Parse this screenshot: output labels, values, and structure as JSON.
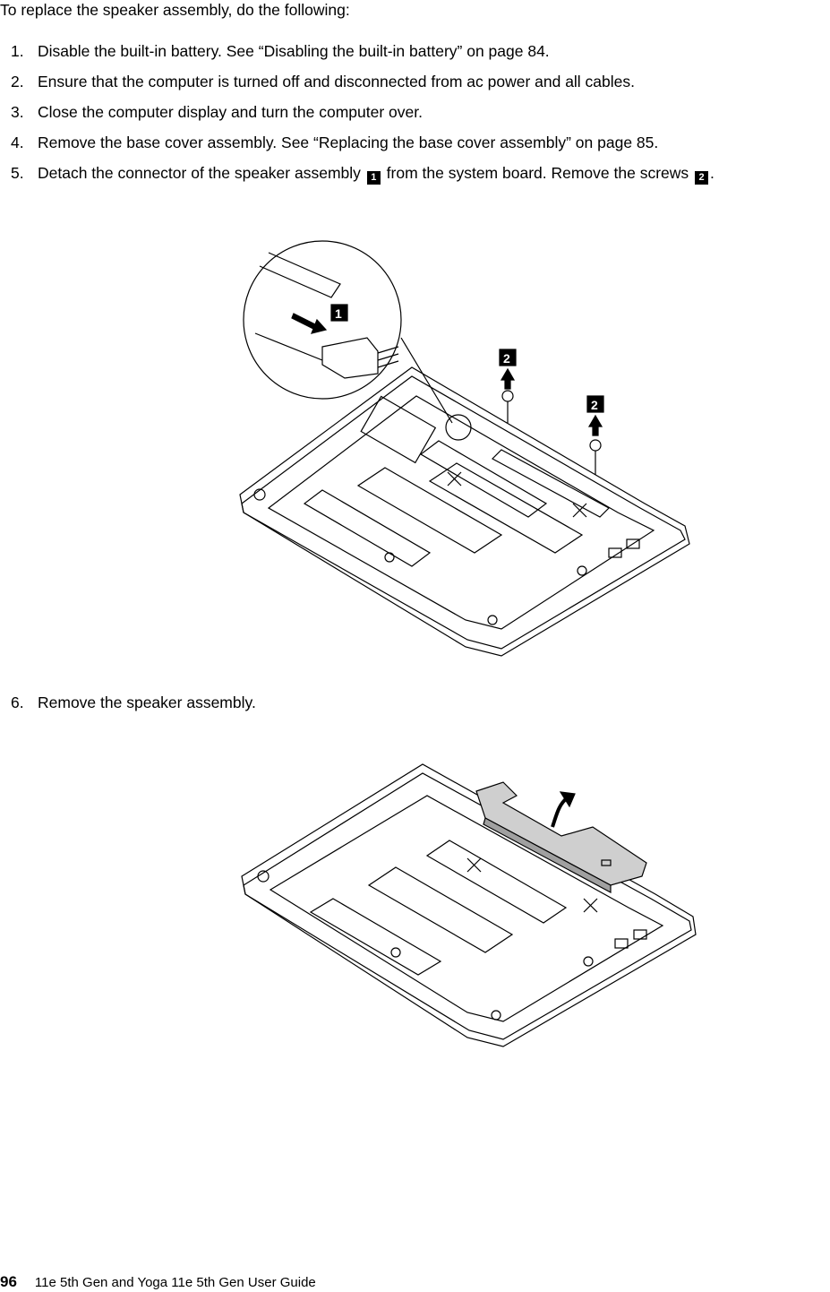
{
  "intro": "To replace the speaker assembly, do the following:",
  "steps": [
    {
      "num": "1.",
      "text": "Disable the built-in battery. See “Disabling the built-in battery” on page 84."
    },
    {
      "num": "2.",
      "text": "Ensure that the computer is turned off and disconnected from ac power and all cables."
    },
    {
      "num": "3.",
      "text": "Close the computer display and turn the computer over."
    },
    {
      "num": "4.",
      "text": "Remove the base cover assembly. See “Replacing the base cover assembly” on page 85."
    },
    {
      "num": "5.",
      "text_a": "Detach the connector of the speaker assembly",
      "callout_a": "1",
      "text_b": "from the system board. Remove the screws",
      "callout_b": "2",
      "text_c": "."
    },
    {
      "num": "6.",
      "text": "Remove the speaker assembly."
    }
  ],
  "figure1": {
    "callout_connector": "1",
    "callout_screw": "2"
  },
  "footer": {
    "page_number": "96",
    "title": "11e 5th Gen and Yoga 11e 5th Gen User Guide"
  }
}
